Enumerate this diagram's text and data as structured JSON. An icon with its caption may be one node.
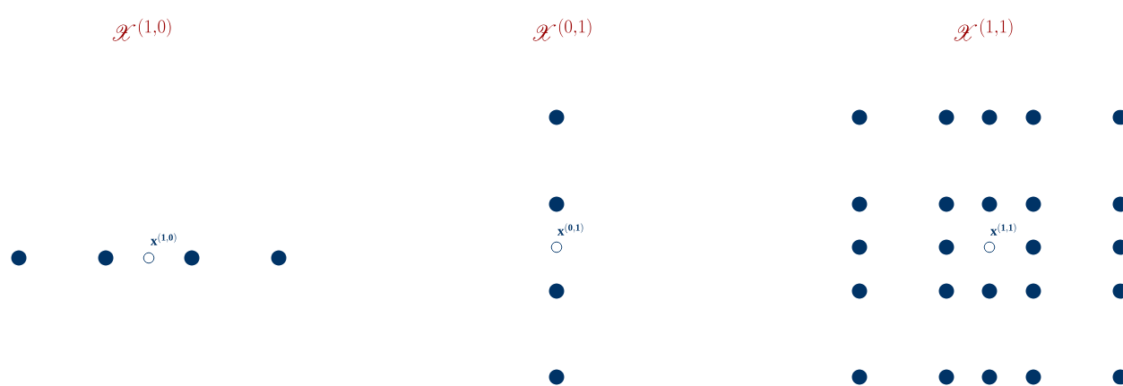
{
  "diagram": {
    "labels": [
      "\\mathscr{X}^{(1,0)}",
      "\\mathscr{X}^{(0,1)}",
      "\\mathscr{X}^{(1,1)}",
      "\\mathbf{x}^{\\mathbf{(1,0)}}",
      "\\mathbf{x}^{\\mathbf{(0,1)}}",
      "\\mathbf{x}^{\\mathbf{(1,1)}}"
    ]
  }
}
